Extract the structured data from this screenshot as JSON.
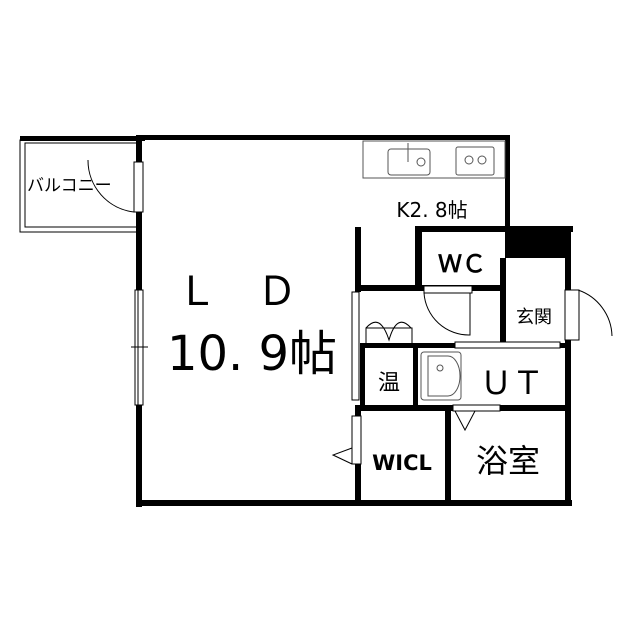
{
  "rooms": {
    "balcony": "バルコニー",
    "ld_name": "Ｌ　Ｄ",
    "ld_size": "10. 9帖",
    "kitchen": "K2. 8帖",
    "wc": "ＷＣ",
    "entrance": "玄関",
    "water_heater": "温",
    "ut": "ＵＴ",
    "wicl": "WICL",
    "bathroom": "浴室"
  },
  "colors": {
    "wall": "#000000",
    "background": "#ffffff"
  }
}
